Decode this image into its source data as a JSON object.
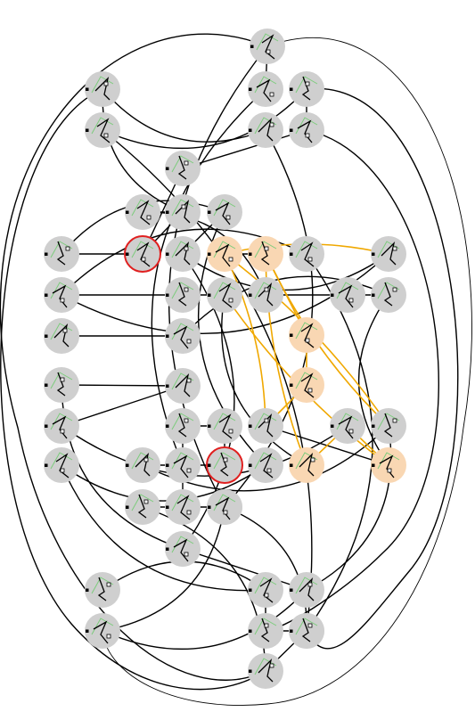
{
  "colors": {
    "node_fill": "#cfcfcf",
    "node_highlight_fill": "#f9d7b3",
    "node_selected_stroke": "#e02020",
    "edge": "#000000",
    "edge_highlight": "#f0a800",
    "glyph_dark": "#000000",
    "glyph_light": "#7ccc7c"
  },
  "nodes": [
    {
      "id": "n01",
      "state": "normal"
    },
    {
      "id": "n02",
      "state": "normal"
    },
    {
      "id": "n03",
      "state": "normal"
    },
    {
      "id": "n04",
      "state": "normal"
    },
    {
      "id": "n05",
      "state": "normal"
    },
    {
      "id": "n06",
      "state": "normal"
    },
    {
      "id": "n07",
      "state": "normal"
    },
    {
      "id": "n08",
      "state": "normal"
    },
    {
      "id": "n09",
      "state": "normal"
    },
    {
      "id": "n10",
      "state": "normal"
    },
    {
      "id": "n11",
      "state": "normal"
    },
    {
      "id": "n12",
      "state": "normal"
    },
    {
      "id": "n13",
      "state": "selected"
    },
    {
      "id": "n14",
      "state": "normal"
    },
    {
      "id": "n15",
      "state": "highlight"
    },
    {
      "id": "n16",
      "state": "highlight"
    },
    {
      "id": "n17",
      "state": "normal"
    },
    {
      "id": "n18",
      "state": "normal"
    },
    {
      "id": "n19",
      "state": "normal"
    },
    {
      "id": "n20",
      "state": "normal"
    },
    {
      "id": "n21",
      "state": "normal"
    },
    {
      "id": "n22",
      "state": "normal"
    },
    {
      "id": "n23",
      "state": "normal"
    },
    {
      "id": "n24",
      "state": "normal"
    },
    {
      "id": "n25",
      "state": "highlight"
    },
    {
      "id": "n26",
      "state": "normal"
    },
    {
      "id": "n27",
      "state": "normal"
    },
    {
      "id": "n28",
      "state": "normal"
    },
    {
      "id": "n29",
      "state": "highlight"
    },
    {
      "id": "n30",
      "state": "normal"
    },
    {
      "id": "n31",
      "state": "normal"
    },
    {
      "id": "n32",
      "state": "normal"
    },
    {
      "id": "n33",
      "state": "normal"
    },
    {
      "id": "n34",
      "state": "normal"
    },
    {
      "id": "n35",
      "state": "normal"
    },
    {
      "id": "n36",
      "state": "normal"
    },
    {
      "id": "n37",
      "state": "normal"
    },
    {
      "id": "n38",
      "state": "normal"
    },
    {
      "id": "n39",
      "state": "normal"
    },
    {
      "id": "n40",
      "state": "selected"
    },
    {
      "id": "n41",
      "state": "normal"
    },
    {
      "id": "n42",
      "state": "highlight"
    },
    {
      "id": "n43",
      "state": "highlight"
    },
    {
      "id": "n44",
      "state": "normal"
    },
    {
      "id": "n45",
      "state": "normal"
    },
    {
      "id": "n46",
      "state": "normal"
    },
    {
      "id": "n47",
      "state": "normal"
    },
    {
      "id": "n48",
      "state": "normal"
    },
    {
      "id": "n49",
      "state": "normal"
    },
    {
      "id": "n50",
      "state": "normal"
    },
    {
      "id": "n51",
      "state": "normal"
    },
    {
      "id": "n52",
      "state": "normal"
    },
    {
      "id": "n53",
      "state": "normal"
    },
    {
      "id": "n54",
      "state": "normal"
    },
    {
      "id": "n55",
      "state": "normal"
    },
    {
      "id": "n56",
      "state": "normal"
    }
  ],
  "edges": [
    {
      "from": "n01",
      "to": "n03"
    },
    {
      "from": "n02",
      "to": "n06"
    },
    {
      "from": "n04",
      "to": "n05"
    },
    {
      "from": "n04",
      "to": "n07"
    },
    {
      "from": "n07",
      "to": "n08"
    },
    {
      "from": "n09",
      "to": "n10"
    },
    {
      "from": "n10",
      "to": "n13"
    },
    {
      "from": "n08",
      "to": "n13"
    },
    {
      "from": "n11",
      "to": "n14"
    },
    {
      "from": "n11",
      "to": "n12"
    },
    {
      "from": "n12",
      "to": "n13"
    },
    {
      "from": "n14",
      "to": "n18"
    },
    {
      "from": "n15",
      "to": "n16"
    },
    {
      "from": "n17",
      "to": "n19"
    },
    {
      "from": "n19",
      "to": "n20"
    },
    {
      "from": "n20",
      "to": "n21"
    },
    {
      "from": "n18",
      "to": "n19"
    },
    {
      "from": "n22",
      "to": "n23"
    },
    {
      "from": "n23",
      "to": "n24"
    },
    {
      "from": "n24",
      "to": "n27"
    },
    {
      "from": "n26",
      "to": "n27"
    },
    {
      "from": "n28",
      "to": "n30"
    },
    {
      "from": "n30",
      "to": "n31"
    },
    {
      "from": "n31",
      "to": "n35"
    },
    {
      "from": "n32",
      "to": "n33"
    },
    {
      "from": "n33",
      "to": "n40"
    },
    {
      "from": "n36",
      "to": "n38"
    },
    {
      "from": "n37",
      "to": "n41"
    },
    {
      "from": "n38",
      "to": "n39"
    },
    {
      "from": "n39",
      "to": "n40"
    },
    {
      "from": "n44",
      "to": "n45"
    },
    {
      "from": "n45",
      "to": "n46"
    },
    {
      "from": "n46",
      "to": "n51"
    },
    {
      "from": "n47",
      "to": "n50"
    },
    {
      "from": "n48",
      "to": "n49"
    },
    {
      "from": "n49",
      "to": "n52"
    },
    {
      "from": "n52",
      "to": "n53"
    },
    {
      "from": "n53",
      "to": "n55"
    },
    {
      "from": "n54",
      "to": "n56"
    },
    {
      "from": "n02",
      "to": "n10"
    },
    {
      "from": "n09",
      "to": "n22"
    },
    {
      "from": "n21",
      "to": "n42"
    },
    {
      "from": "n34",
      "to": "n43"
    },
    {
      "from": "n28",
      "to": "n47"
    },
    {
      "from": "n50",
      "to": "n51"
    },
    {
      "from": "n24",
      "to": "n43"
    },
    {
      "from": "n17",
      "to": "n56"
    },
    {
      "from": "n01",
      "to": "n55"
    },
    {
      "from": "n05",
      "to": "n53"
    },
    {
      "from": "n03",
      "to": "n39"
    },
    {
      "from": "n06",
      "to": "n46"
    },
    {
      "from": "n11",
      "to": "n41"
    },
    {
      "from": "n14",
      "to": "n47"
    },
    {
      "from": "n32",
      "to": "n45"
    },
    {
      "from": "n36",
      "to": "n50"
    },
    {
      "from": "n37",
      "to": "n49"
    },
    {
      "from": "n44",
      "to": "n54"
    }
  ],
  "highlight_edges": [
    {
      "from": "n15",
      "to": "n18"
    },
    {
      "from": "n16",
      "to": "n25"
    },
    {
      "from": "n25",
      "to": "n29"
    },
    {
      "from": "n29",
      "to": "n34"
    },
    {
      "from": "n42",
      "to": "n35"
    },
    {
      "from": "n43",
      "to": "n35"
    },
    {
      "from": "n15",
      "to": "n34"
    },
    {
      "from": "n16",
      "to": "n42"
    },
    {
      "from": "n43",
      "to": "n21"
    },
    {
      "from": "n16",
      "to": "n36"
    },
    {
      "from": "n15",
      "to": "n36"
    }
  ]
}
